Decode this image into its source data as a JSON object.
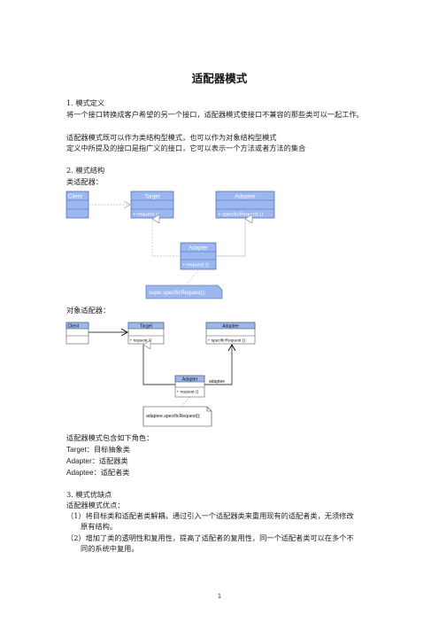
{
  "title": "适配器模式",
  "s1": {
    "heading": "1.  模式定义",
    "p1": "将一个接口转换成客户希望的另一个接口，适配器模式使接口不兼容的那些类可以一起工作。",
    "p2": "适配器模式既可以作为类结构型模式，也可以作为对象结构型模式",
    "p3": "定义中所提及的接口是指广义的接口，它可以表示一个方法或者方法的集合"
  },
  "s2": {
    "heading": "2.  模式结构",
    "class_adapter_label": "类适配器：",
    "object_adapter_label": "对象适配器：",
    "diagram1": {
      "client": "Client",
      "target": "Target",
      "target_op": "+ request ()",
      "adaptee": "Adaptee",
      "adaptee_op": "+ specificRequest ()",
      "adapter": "Adapter",
      "adapter_op": "+ request ()",
      "note": "super.specificRequest();"
    },
    "diagram2": {
      "client": "Client",
      "target": "Target",
      "target_op": "+ request ()",
      "adaptee": "Adaptee",
      "adaptee_op": "+ specificRequest ()",
      "adapter": "Adapter",
      "adapter_op": "+ request ()",
      "assoc_label": "adaptee",
      "note": "adaptee.specificRequest();"
    },
    "roles_intro": "适配器模式包含如下角色：",
    "roles": [
      {
        "name": "Target",
        "desc": "：目标抽象类"
      },
      {
        "name": "Adapter",
        "desc": "：适配器类"
      },
      {
        "name": "Adaptee",
        "desc": "：适配者类"
      }
    ]
  },
  "s3": {
    "heading": "3.  模式优缺点",
    "adv_label": "适配器模式优点：",
    "item1_line1": "（1）将目标类和适配者类解耦，通过引入一个适配器类来重用现有的适配者类，无须修改",
    "item1_line2": "原有结构。",
    "item2_line1": "（2）增加了类的透明性和复用性，提高了适配者的复用性，同一个适配者类可以在多个不",
    "item2_line2": "同的系统中复用。"
  },
  "page_number": "1",
  "colors": {
    "box_fill": "#9bb7f0",
    "box_stroke": "#4a62a8",
    "note_fill": "#9bb7f0"
  }
}
